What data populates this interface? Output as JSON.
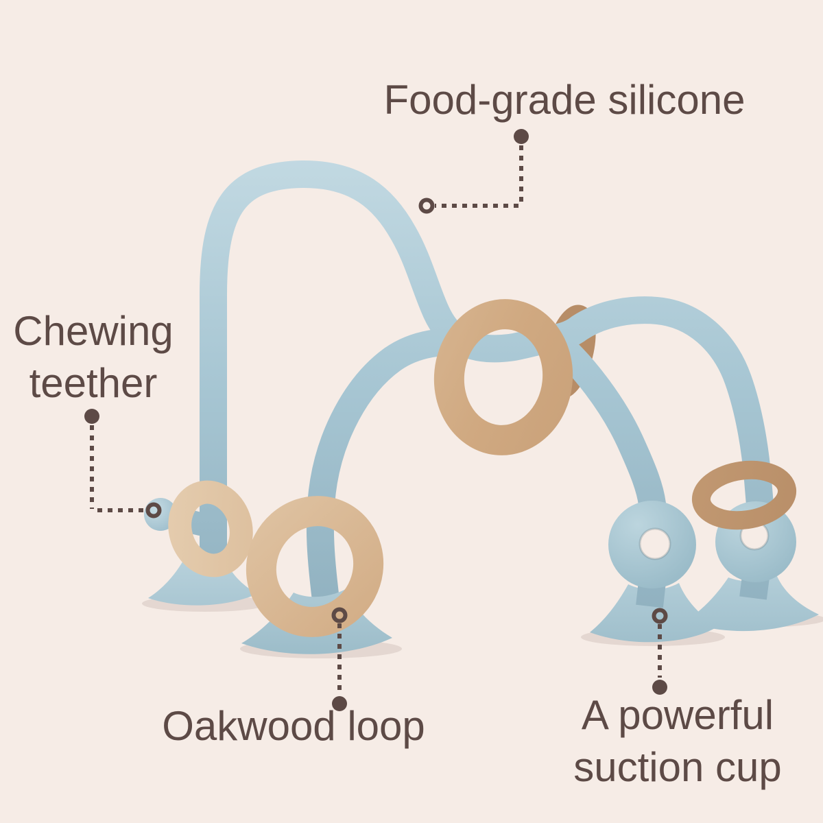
{
  "theme": {
    "background": "#f6ece6",
    "text_color": "#5d4a46",
    "leader_color": "#5d4a46",
    "silicone": "#a7c6d3",
    "silicone_light": "#c2d9e2",
    "silicone_dark": "#8cadbc",
    "wood": "#d0a981",
    "wood_light": "#e6cfb2",
    "wood_dark": "#b78d67"
  },
  "labels": {
    "food_grade": {
      "text": "Food-grade silicone"
    },
    "chewing": {
      "text": "Chewing\nteether"
    },
    "oakwood": {
      "text": "Oakwood loop"
    },
    "suction": {
      "text": "A powerful\nsuction cup"
    }
  }
}
